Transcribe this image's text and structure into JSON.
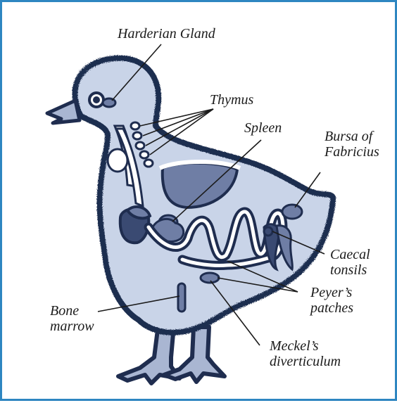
{
  "labels": {
    "harderian_gland": "Harderian Gland",
    "thymus": "Thymus",
    "spleen": "Spleen",
    "bursa_line1": "Bursa of",
    "bursa_line2": "Fabricius",
    "caecal_line1": "Caecal",
    "caecal_line2": "tonsils",
    "peyers_line1": "Peyer’s",
    "peyers_line2": "patches",
    "bone_line1": "Bone",
    "bone_line2": "marrow",
    "meckels_line1": "Meckel’s",
    "meckels_line2": "diverticulum"
  },
  "colors": {
    "frame": "#2e86c1",
    "outline": "#1f2d4f",
    "body_fill": "#c9d4e8",
    "organ_fill": "#6f7ea5",
    "organ_dark": "#3a4a72",
    "leg_fill": "#a9b6d2"
  }
}
